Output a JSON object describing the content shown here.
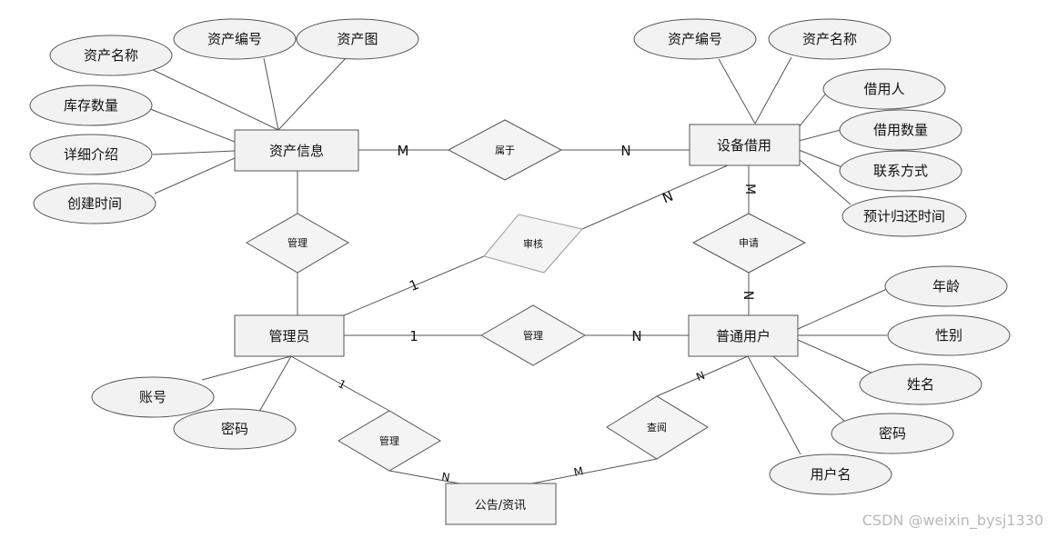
{
  "entities": {
    "asset_info": "资产信息",
    "equipment_borrow": "设备借用",
    "admin": "管理员",
    "normal_user": "普通用户",
    "notice": "公告/资讯"
  },
  "relationships": {
    "belongs": "属于",
    "manage_asset": "管理",
    "review": "审核",
    "apply": "申请",
    "manage_user": "管理",
    "manage_notice": "管理",
    "view": "查阅"
  },
  "attributes": {
    "asset_info": [
      "资产名称",
      "资产编号",
      "资产图",
      "库存数量",
      "详细介绍",
      "创建时间"
    ],
    "equipment_borrow": [
      "资产编号",
      "资产名称",
      "借用人",
      "借用数量",
      "联系方式",
      "预计归还时间"
    ],
    "admin": [
      "账号",
      "密码"
    ],
    "normal_user": [
      "年龄",
      "性别",
      "姓名",
      "密码",
      "用户名"
    ]
  },
  "cardinalities": {
    "belongs_asset": "M",
    "belongs_borrow": "N",
    "review_admin": "1",
    "review_borrow": "N",
    "apply_borrow": "M",
    "apply_user": "N",
    "manage_user_admin": "1",
    "manage_user_user": "N",
    "manage_notice_admin": "1",
    "manage_notice_notice": "N",
    "view_notice": "M",
    "view_user": "N"
  },
  "watermark": "CSDN @weixin_bysj1330"
}
